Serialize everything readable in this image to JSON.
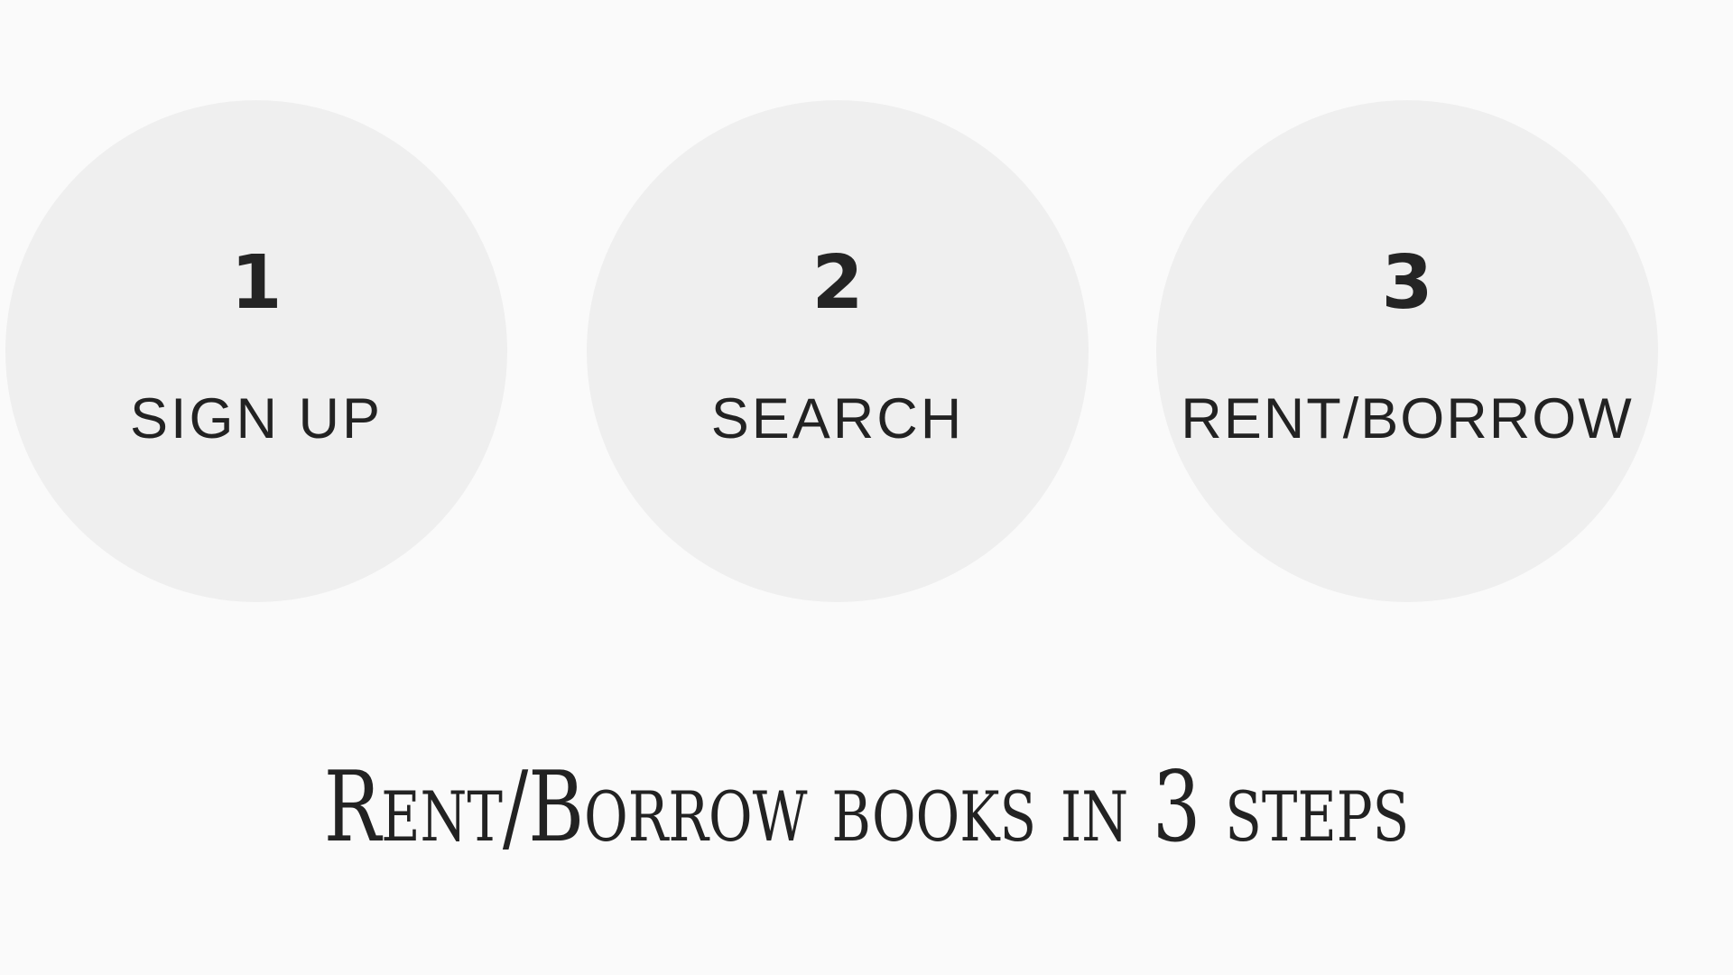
{
  "steps": [
    {
      "number": "1",
      "label": "SIGN UP"
    },
    {
      "number": "2",
      "label": "SEARCH"
    },
    {
      "number": "3",
      "label": "RENT/BORROW"
    }
  ],
  "headline": "Rent/Borrow books in 3 steps",
  "colors": {
    "background": "#fafafa",
    "circle": "#efefef",
    "text": "#222222"
  }
}
